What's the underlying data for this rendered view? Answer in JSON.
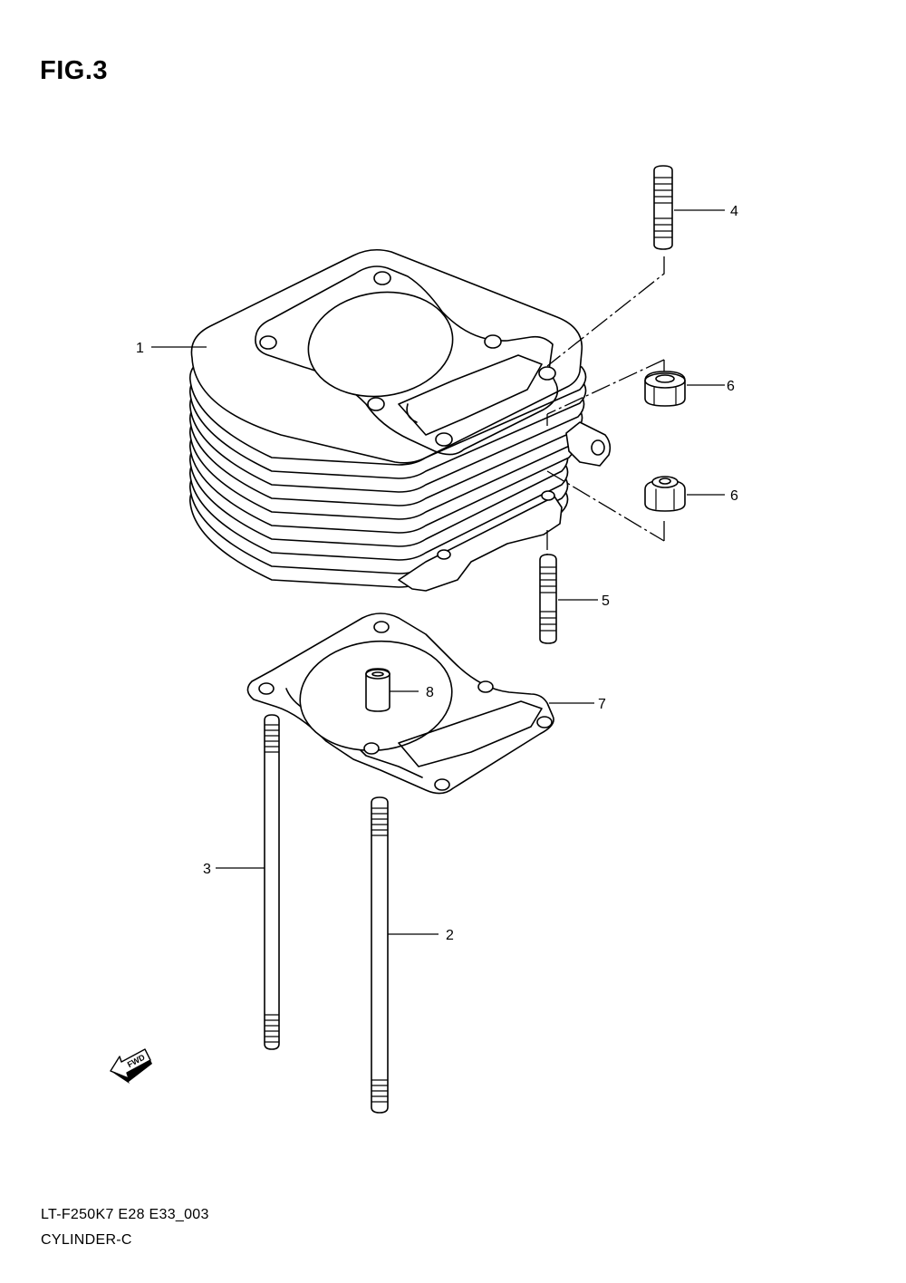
{
  "figure": {
    "title": "FIG.3"
  },
  "callouts": {
    "c1": "1",
    "c2": "2",
    "c3": "3",
    "c4": "4",
    "c5": "5",
    "c6a": "6",
    "c6b": "6",
    "c7": "7",
    "c8": "8"
  },
  "fwd_icon": {
    "label": "FWD",
    "icon": "forward-arrow-icon"
  },
  "footer": {
    "code": "LT-F250K7 E28 E33_003",
    "name": "CYLINDER-C"
  }
}
